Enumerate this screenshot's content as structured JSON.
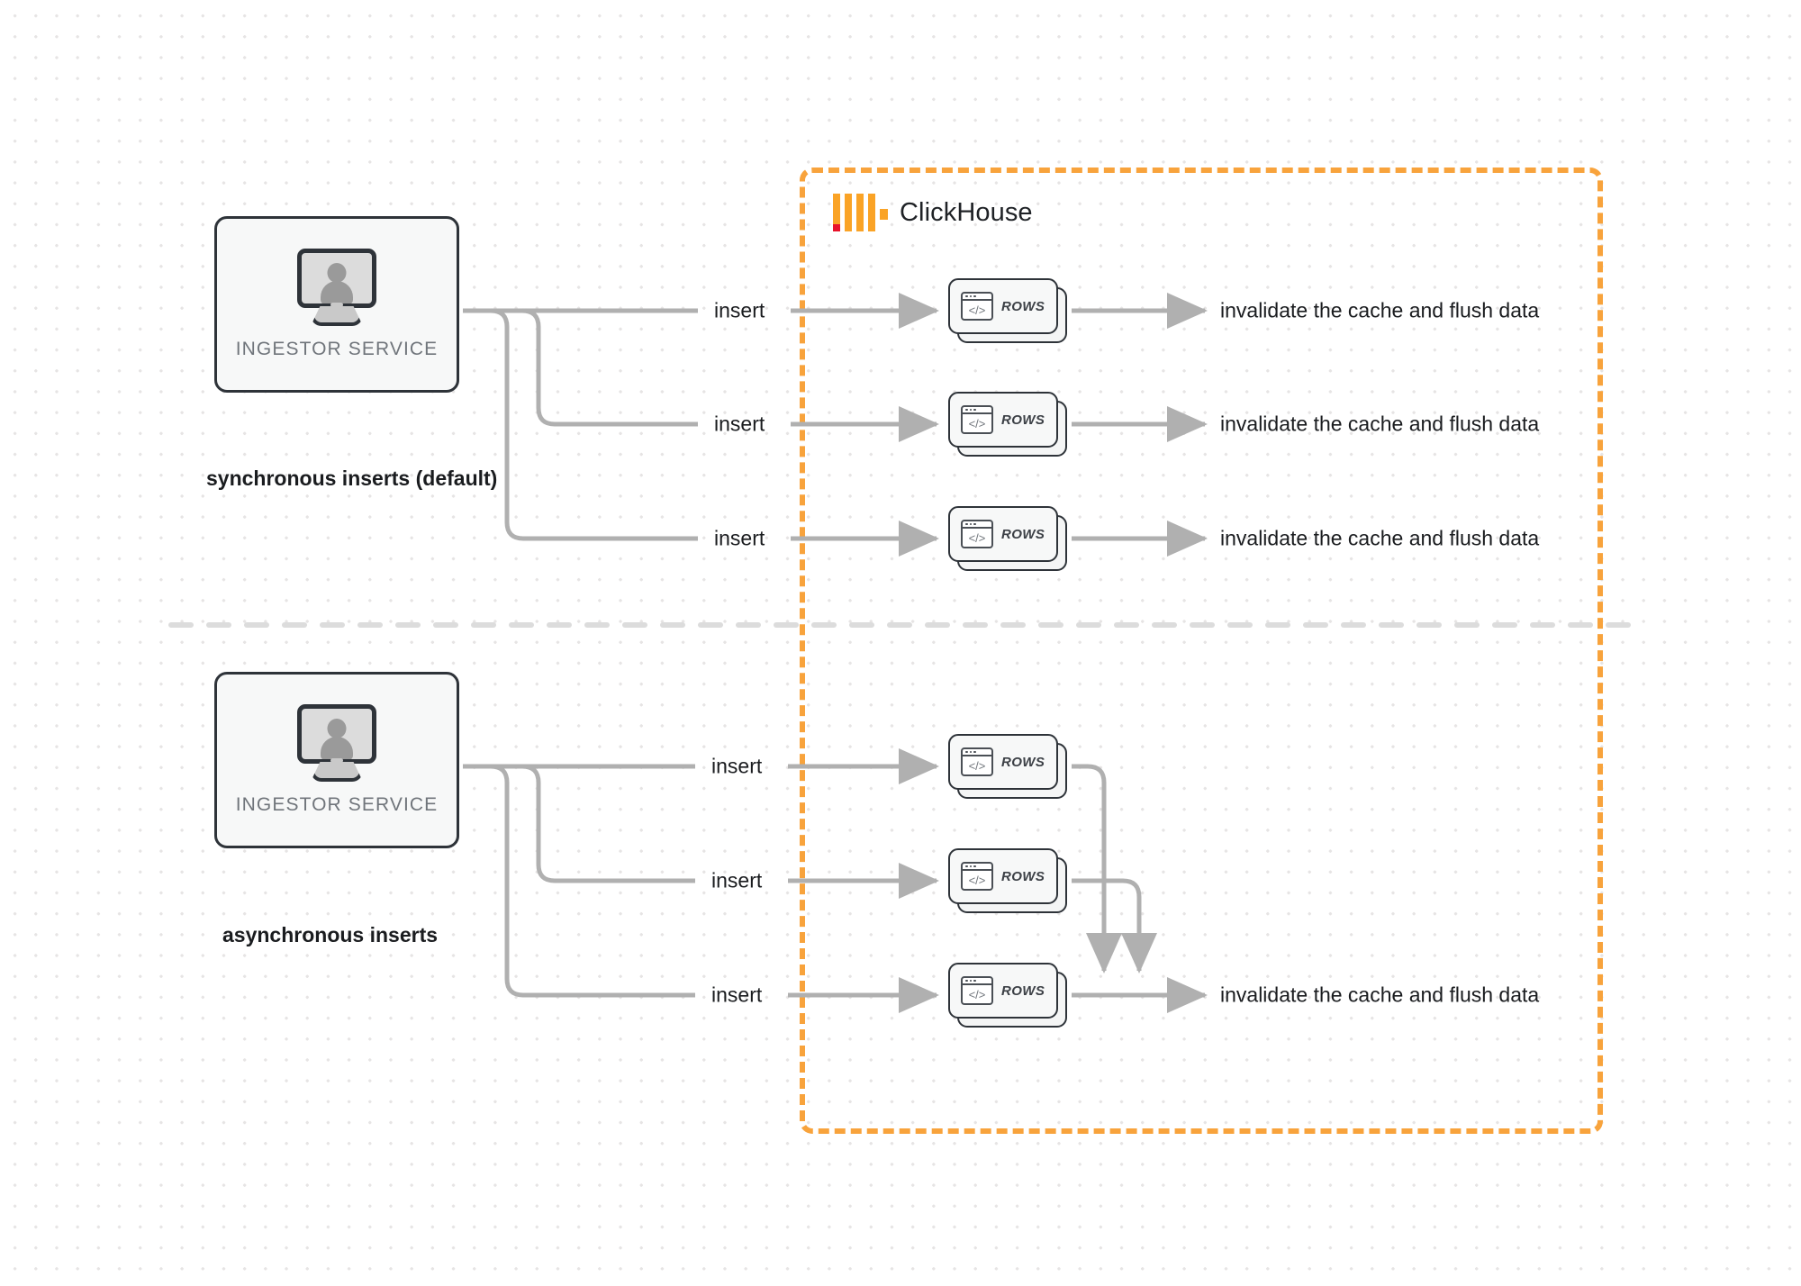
{
  "diagram": {
    "title": "ClickHouse synchronous vs asynchronous inserts",
    "colors": {
      "region_border": "#f8a33c",
      "logo_orange": "#faa326",
      "logo_red": "#e8132a",
      "wire": "#b0b0b0",
      "box_border": "#2e3339",
      "divider": "#dcdcdc"
    }
  },
  "clickhouse": {
    "brand_label": "ClickHouse",
    "logo_name": "clickhouse-logo"
  },
  "sections": [
    {
      "id": "synchronous",
      "caption": "synchronous inserts (default)",
      "source": {
        "label": "INGESTOR SERVICE",
        "icon": "monitor-user-icon"
      },
      "rows": [
        {
          "card_label": "ROWS",
          "insert_label": "insert",
          "output_label": "invalidate the cache and flush data"
        },
        {
          "card_label": "ROWS",
          "insert_label": "insert",
          "output_label": "invalidate the cache and flush data"
        },
        {
          "card_label": "ROWS",
          "insert_label": "insert",
          "output_label": "invalidate the cache and flush data"
        }
      ]
    },
    {
      "id": "asynchronous",
      "caption": "asynchronous inserts",
      "source": {
        "label": "INGESTOR SERVICE",
        "icon": "monitor-user-icon"
      },
      "rows": [
        {
          "card_label": "ROWS",
          "insert_label": "insert"
        },
        {
          "card_label": "ROWS",
          "insert_label": "insert"
        },
        {
          "card_label": "ROWS",
          "insert_label": "insert",
          "output_label": "invalidate the cache and flush data"
        }
      ]
    }
  ]
}
